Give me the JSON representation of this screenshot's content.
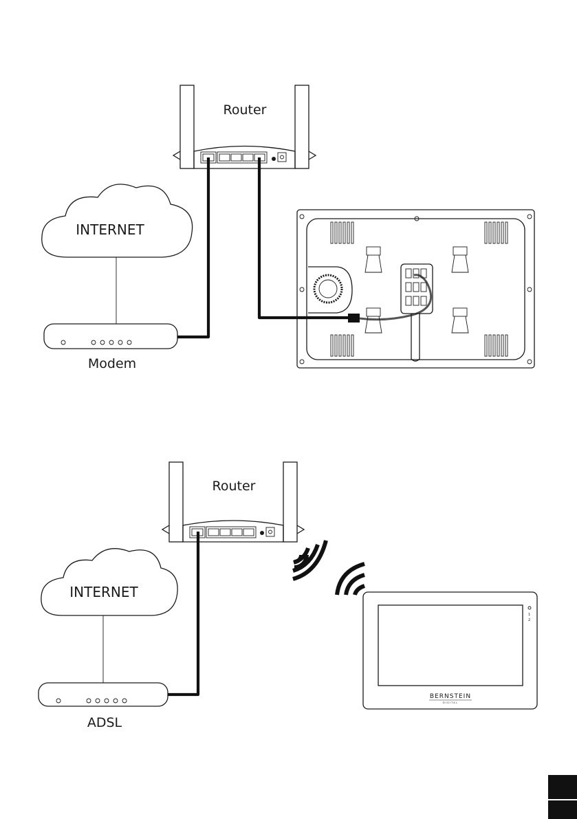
{
  "diagram_top": {
    "router_label": "Router",
    "internet_label": "INTERNET",
    "modem_label": "Modem"
  },
  "diagram_bottom": {
    "router_label": "Router",
    "internet_label": "INTERNET",
    "adsl_label": "ADSL",
    "monitor_brand": "BERNSTEIN",
    "monitor_brand_sub": "DIGITAL",
    "monitor_indicators": [
      "1",
      "2"
    ]
  },
  "colors": {
    "line": "#1a1a1a",
    "wire": "#111111",
    "page_tab": "#111111",
    "background": "#ffffff"
  }
}
